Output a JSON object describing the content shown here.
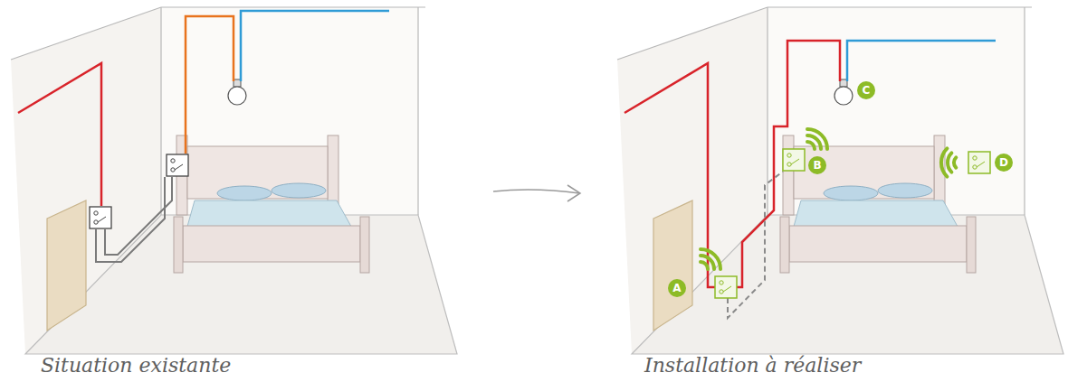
{
  "diagram": {
    "labels": [
      "Situation existante",
      "Installation à réaliser",
      "A",
      "B",
      "C",
      "D"
    ]
  }
}
